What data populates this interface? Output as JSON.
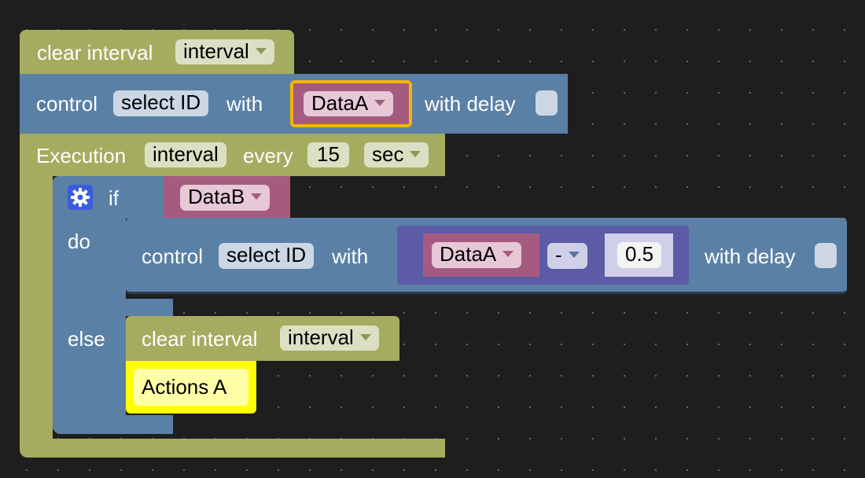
{
  "colors": {
    "background": "#1e1e1e",
    "olive_block": "#a5ac5f",
    "blue_block": "#5b80a5",
    "pink_block": "#a55b80",
    "purple_block": "#5c5ba6",
    "yellow_highlight": "#ffff00",
    "orange_selection": "#f4b400"
  },
  "block1": {
    "label": "clear interval",
    "dropdown": "interval"
  },
  "block2": {
    "label_control": "control",
    "dropdown_id": "select ID",
    "label_with": "with",
    "value_var": "DataA",
    "label_delay": "with delay"
  },
  "block3": {
    "label": "Execution",
    "interval_var": "interval",
    "label_every": "every",
    "every_value": "15",
    "unit": "sec"
  },
  "ifblock": {
    "gear_icon": "gear-icon",
    "label_if": "if",
    "condition_var": "DataB",
    "label_do": "do",
    "label_else": "else"
  },
  "do_block": {
    "label_control": "control",
    "dropdown_id": "select ID",
    "label_with": "with",
    "left_var": "DataA",
    "operator": "-",
    "right_value": "0.5",
    "label_delay": "with delay"
  },
  "else_block": {
    "label": "clear interval",
    "dropdown": "interval"
  },
  "actions_block": {
    "label": "Actions A"
  }
}
